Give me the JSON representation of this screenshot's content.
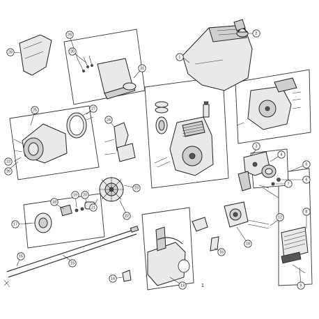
{
  "diagram": {
    "page_number": "1",
    "callouts": [
      {
        "label": "1",
        "name": "callout-1"
      },
      {
        "label": "2",
        "name": "callout-2"
      },
      {
        "label": "3",
        "name": "callout-3"
      },
      {
        "label": "4",
        "name": "callout-4"
      },
      {
        "label": "5",
        "name": "callout-5"
      },
      {
        "label": "6",
        "name": "callout-6"
      },
      {
        "label": "7",
        "name": "callout-7"
      },
      {
        "label": "8",
        "name": "callout-8"
      },
      {
        "label": "9",
        "name": "callout-9"
      },
      {
        "label": "10",
        "name": "callout-10"
      },
      {
        "label": "12",
        "name": "callout-12"
      },
      {
        "label": "13",
        "name": "callout-13"
      },
      {
        "label": "14",
        "name": "callout-14"
      },
      {
        "label": "15",
        "name": "callout-15"
      },
      {
        "label": "16",
        "name": "callout-16"
      },
      {
        "label": "16",
        "name": "callout-16b"
      },
      {
        "label": "17",
        "name": "callout-17"
      },
      {
        "label": "18",
        "name": "callout-18"
      },
      {
        "label": "19",
        "name": "callout-19"
      },
      {
        "label": "20",
        "name": "callout-20"
      },
      {
        "label": "21",
        "name": "callout-21"
      },
      {
        "label": "22",
        "name": "callout-22"
      },
      {
        "label": "23",
        "name": "callout-23"
      },
      {
        "label": "23",
        "name": "callout-23b"
      },
      {
        "label": "24",
        "name": "callout-24"
      },
      {
        "label": "25",
        "name": "callout-25"
      },
      {
        "label": "26",
        "name": "callout-26"
      },
      {
        "label": "27",
        "name": "callout-27"
      },
      {
        "label": "28",
        "name": "callout-28"
      },
      {
        "label": "29",
        "name": "callout-29"
      },
      {
        "label": "30",
        "name": "callout-30"
      },
      {
        "label": "31",
        "name": "callout-31"
      }
    ]
  }
}
